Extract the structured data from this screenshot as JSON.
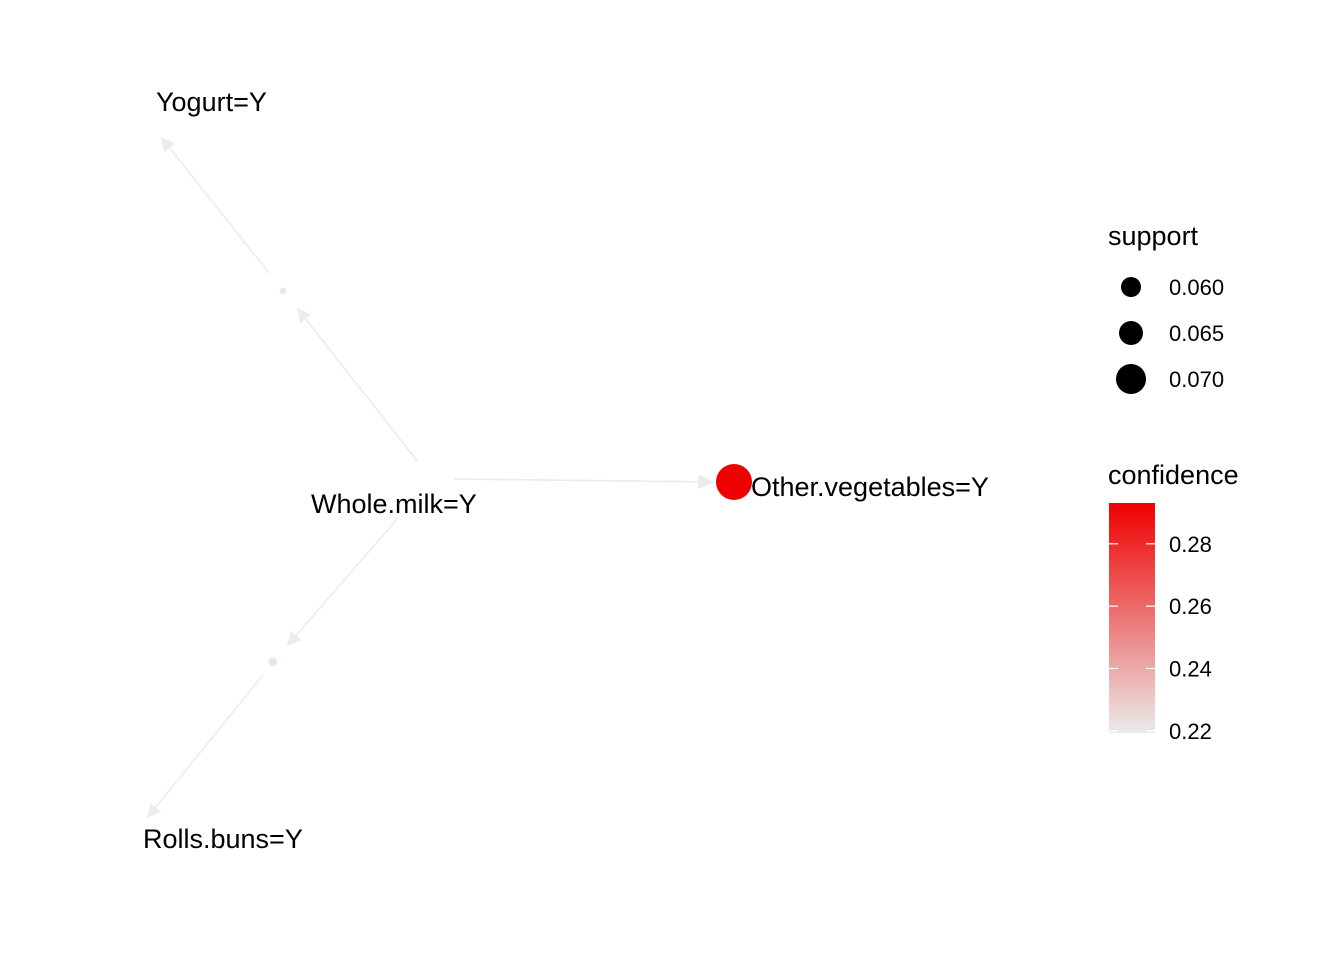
{
  "graph": {
    "nodes": [
      {
        "id": "yogurt",
        "label": "Yogurt=Y",
        "kind": "item"
      },
      {
        "id": "whole_milk",
        "label": "Whole.milk=Y",
        "kind": "item"
      },
      {
        "id": "other_veg",
        "label": "Other.vegetables=Y",
        "kind": "item"
      },
      {
        "id": "rolls_buns",
        "label": "Rolls.buns=Y",
        "kind": "item"
      },
      {
        "id": "rule1",
        "kind": "rule",
        "support": 0.0561,
        "confidence": 0.2193
      },
      {
        "id": "rule2",
        "kind": "rule",
        "support": 0.0748,
        "confidence": 0.2931
      },
      {
        "id": "rule3",
        "kind": "rule",
        "support": 0.0566,
        "confidence": 0.2216
      }
    ],
    "edges": [
      {
        "from": "whole_milk",
        "to": "rule1"
      },
      {
        "from": "rule1",
        "to": "yogurt"
      },
      {
        "from": "whole_milk",
        "to": "rule2"
      },
      {
        "from": "rule2",
        "to": "other_veg"
      },
      {
        "from": "whole_milk",
        "to": "rule3"
      },
      {
        "from": "rule3",
        "to": "rolls_buns"
      }
    ]
  },
  "legend": {
    "support": {
      "title": "support",
      "items": [
        {
          "value": 0.06,
          "label": "0.060"
        },
        {
          "value": 0.065,
          "label": "0.065"
        },
        {
          "value": 0.07,
          "label": "0.070"
        }
      ]
    },
    "confidence": {
      "title": "confidence",
      "range": [
        0.2193,
        0.2931
      ],
      "ticks": [
        {
          "value": 0.22,
          "label": "0.22"
        },
        {
          "value": 0.24,
          "label": "0.24"
        },
        {
          "value": 0.26,
          "label": "0.26"
        },
        {
          "value": 0.28,
          "label": "0.28"
        }
      ],
      "low_color": "#ebebeb",
      "high_color": "#ee0000"
    }
  },
  "colors": {
    "edge": "#ececec",
    "point": "#000000"
  }
}
